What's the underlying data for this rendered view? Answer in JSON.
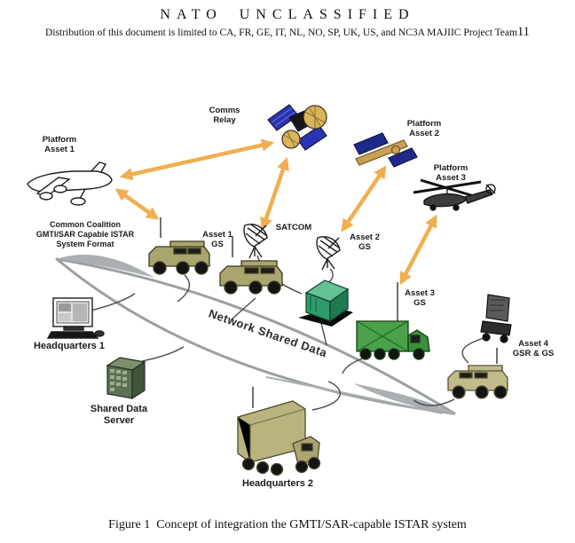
{
  "header": {
    "classification": "NATO UNCLASSIFIED",
    "distribution": "Distribution of this document is limited to CA, FR, GE, IT, NL, NO, SP, UK, US, and NC3A MAJIIC Project Team",
    "page_number": "11"
  },
  "caption": "Figure 1  Concept of integration the GMTI/SAR-capable ISTAR system",
  "diagram": {
    "labels": {
      "platform_asset_1": "Platform\nAsset 1",
      "comms_relay": "Comms\nRelay",
      "platform_asset_2": "Platform\nAsset 2",
      "platform_asset_3": "Platform\nAsset 3",
      "satcom": "SATCOM",
      "asset_1_gs": "Asset 1\nGS",
      "asset_2_gs": "Asset 2\nGS",
      "asset_3_gs": "Asset 3\nGS",
      "asset_4": "Asset 4\nGSR & GS",
      "common_coalition": "Common Coalition\nGMTI/SAR Capable ISTAR\nSystem Format",
      "headquarters_1": "Headquarters 1",
      "shared_data_server": "Shared Data\nServer",
      "network_shared_data": "Network Shared Data",
      "headquarters_2": "Headquarters 2"
    },
    "colors": {
      "comm_arrow": "#F0AE50",
      "network_ellipse_stroke": "#9aa0a3",
      "olive_vehicle": "#a9a56e",
      "tan_vehicle": "#c2bb8a",
      "green_truck": "#4aa14a",
      "green_shelter": "#2f9a6c",
      "satellite_panel": "#2b34b0",
      "satellite_dish_gold": "#d8b55a"
    }
  }
}
